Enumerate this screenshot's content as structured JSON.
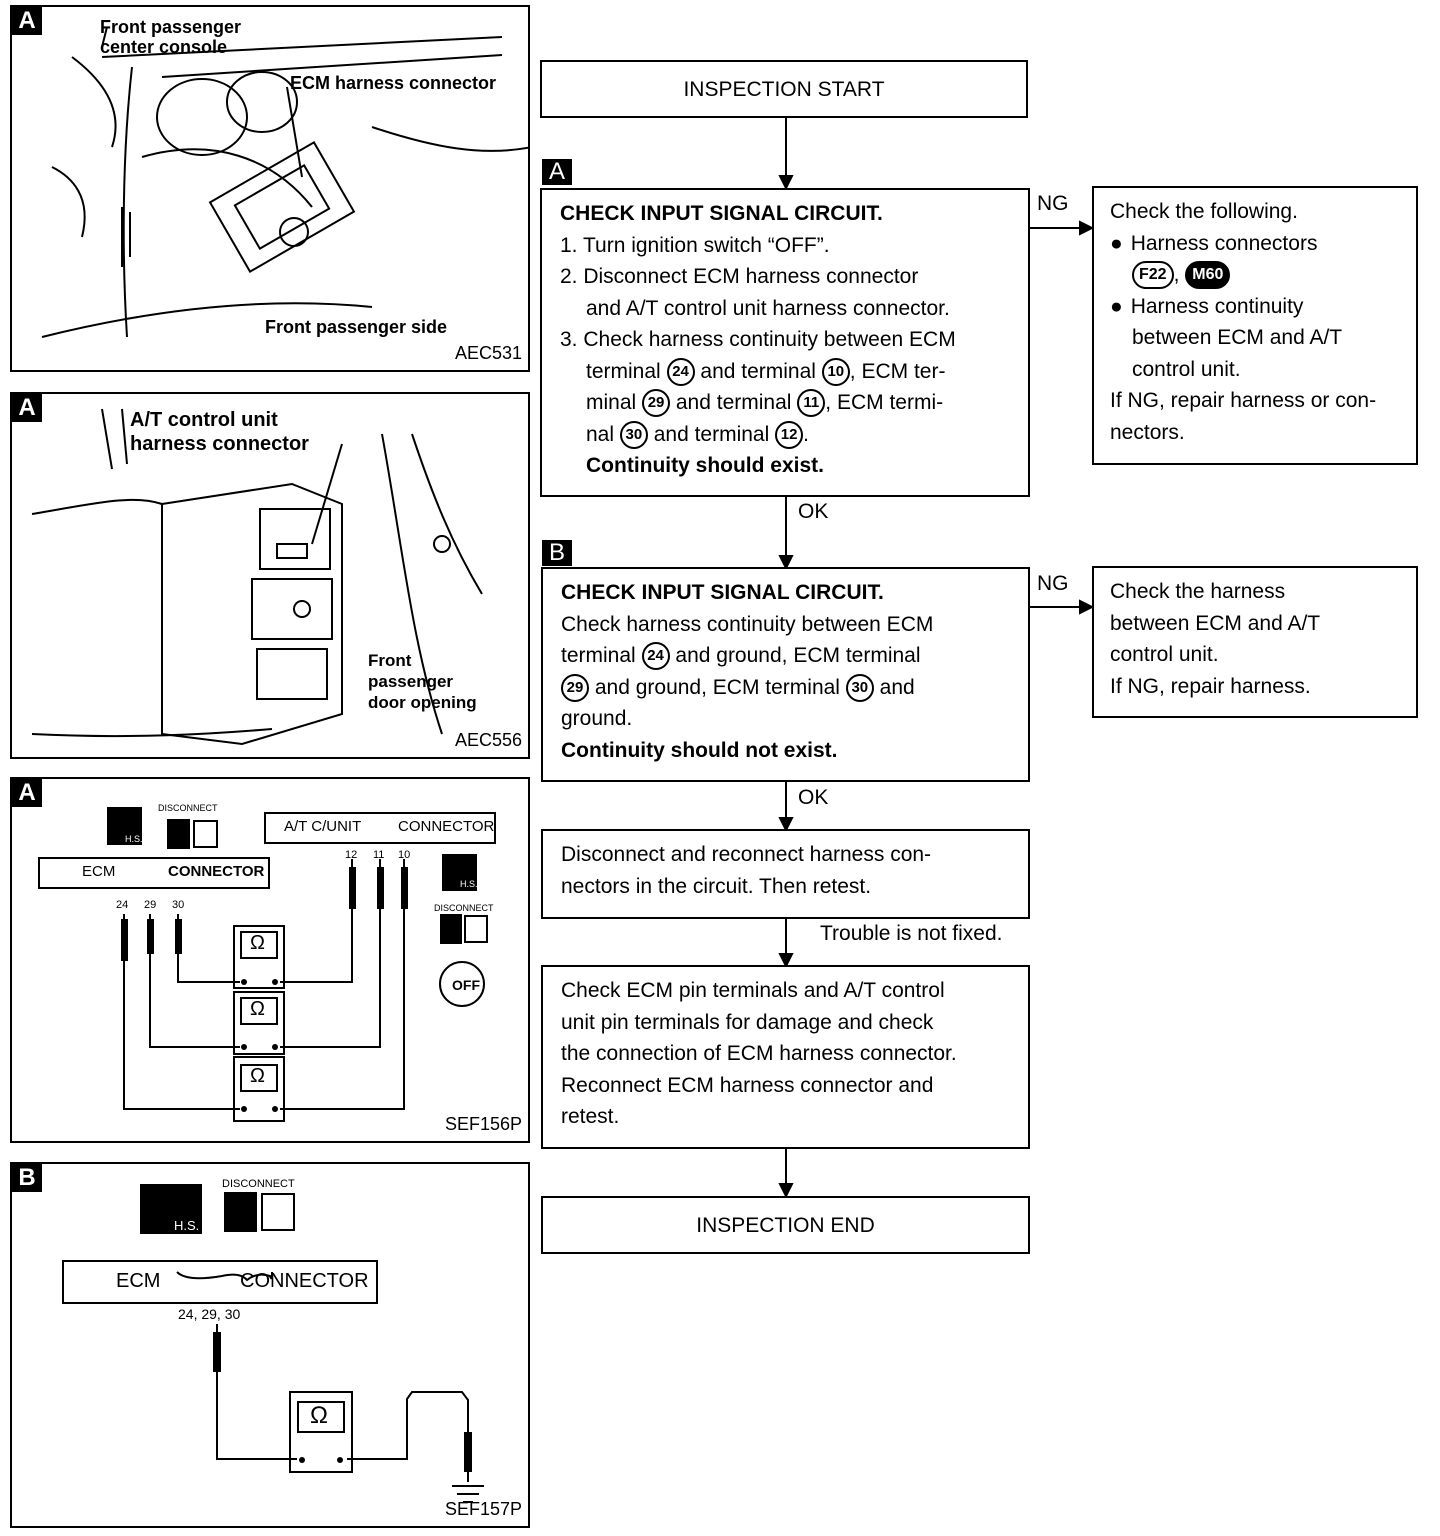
{
  "panel1": {
    "tag": "A",
    "label_console": "Front passenger\ncenter console",
    "label_connector": "ECM harness connector",
    "label_side": "Front passenger side",
    "code": "AEC531"
  },
  "panel2": {
    "tag": "A",
    "label_connector": "A/T control unit\nharness connector",
    "label_door": "Front\npassenger\ndoor opening",
    "code": "AEC556"
  },
  "panel3": {
    "tag": "A",
    "disconnect": "DISCONNECT",
    "hs": "H.S.",
    "ecm_left": "ECM",
    "ecm_right": "CONNECTOR",
    "atc_left": "A/T C/UNIT",
    "atc_right": "CONNECTOR",
    "ecm_pins": [
      "24",
      "29",
      "30"
    ],
    "atc_pins": [
      "12",
      "11",
      "10"
    ],
    "ohm": "Ω",
    "off": "OFF",
    "code": "SEF156P"
  },
  "panel4": {
    "tag": "B",
    "disconnect": "DISCONNECT",
    "hs": "H.S.",
    "ecm_left": "ECM",
    "ecm_right": "CONNECTOR",
    "pins": "24, 29, 30",
    "ohm": "Ω",
    "code": "SEF157P"
  },
  "flow": {
    "start": "INSPECTION START",
    "end": "INSPECTION END",
    "step_a": {
      "tag": "A",
      "title": "CHECK INPUT SIGNAL CIRCUIT.",
      "l1": "1. Turn ignition switch “OFF”.",
      "l2a": "2. Disconnect ECM harness connector",
      "l2b": "and A/T control unit harness connector.",
      "l3a": "3. Check harness continuity between ECM",
      "l3b1": "terminal",
      "t24": "24",
      "l3b2": "and terminal",
      "t10": "10",
      "l3b3": ", ECM ter-",
      "l3c1": "minal",
      "t29": "29",
      "l3c2": "and terminal",
      "t11": "11",
      "l3c3": ", ECM termi-",
      "l3d1": "nal",
      "t30": "30",
      "l3d2": "and terminal",
      "t12": "12",
      "l3d3": ".",
      "result": "Continuity should exist."
    },
    "ng_a": {
      "label": "NG",
      "title": "Check the following.",
      "b1": "Harness connectors",
      "c1": "F22",
      "comma": ",",
      "c2": "M60",
      "b2": "Harness continuity",
      "b2b": "between ECM and A/T",
      "b2c": "control unit.",
      "r1": "If NG, repair harness or con-",
      "r2": "nectors."
    },
    "ok_a": "OK",
    "step_b": {
      "tag": "B",
      "title": "CHECK INPUT SIGNAL CIRCUIT.",
      "l1": "Check harness continuity between ECM",
      "l2a": "terminal",
      "t24": "24",
      "l2b": "and ground, ECM terminal",
      "t29": "29",
      "l3b": "and ground, ECM terminal",
      "t30": "30",
      "l3c": "and",
      "l4": "ground.",
      "result": "Continuity should not exist."
    },
    "ng_b": {
      "label": "NG",
      "l1": "Check the harness",
      "l2": "between ECM and A/T",
      "l3": "control unit.",
      "l4": "If NG, repair harness."
    },
    "ok_b": "OK",
    "reconnect": {
      "l1": "Disconnect and reconnect harness con-",
      "l2": "nectors in the circuit. Then retest."
    },
    "not_fixed": "Trouble is not fixed.",
    "pins_check": {
      "l1": "Check ECM pin terminals and A/T control",
      "l2": "unit pin terminals for damage and check",
      "l3": "the connection of ECM harness connector.",
      "l4": "Reconnect ECM harness connector and",
      "l5": "retest."
    }
  }
}
